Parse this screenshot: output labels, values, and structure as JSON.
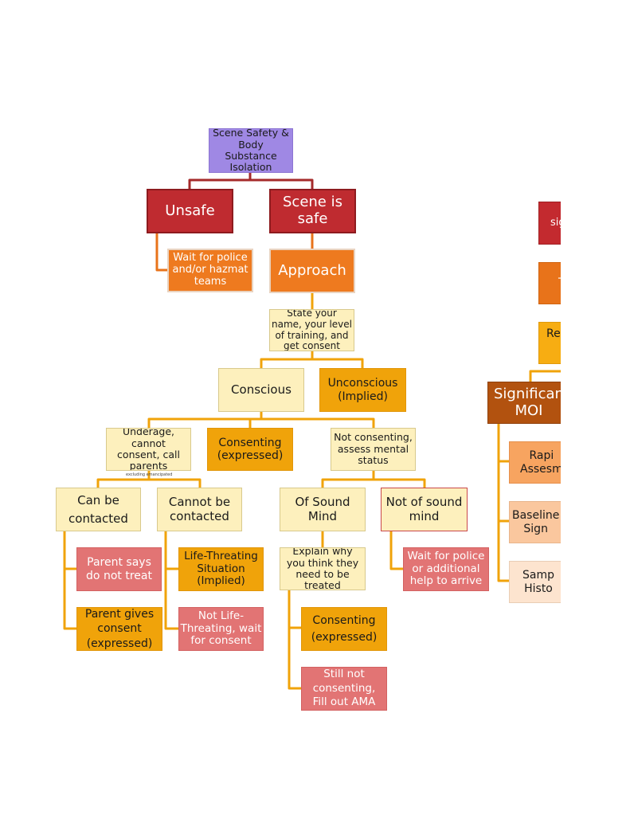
{
  "colors": {
    "connector": "#f0a30a",
    "connector_dark": "#a52a2a",
    "connector_orange": "#e8731a"
  },
  "nodes": {
    "scene_safety": "Scene Safety &\nBody\nSubstance\nIsolation",
    "unsafe": "Unsafe",
    "scene_is_safe": "Scene is\nsafe",
    "wait_police_hazmat": "Wait for police\nand/or hazmat\nteams",
    "approach": "Approach",
    "state_name": "State your\nname, your level\nof training, and\nget consent",
    "conscious": "Conscious",
    "unconscious": "Unconscious\n(Implied)",
    "underage": "Underage,\ncannot\nconsent, call\nparents",
    "underage_note": "excluding emancipated",
    "consenting_expressed": "Consenting\n(expressed)",
    "not_consenting": "Not consenting,\nassess mental\nstatus",
    "can_be_contacted": "Can be\ncontacted",
    "cannot_be_contacted": "Cannot be\ncontacted",
    "of_sound_mind": "Of Sound\nMind",
    "not_of_sound_mind": "Not of sound\nmind",
    "parent_says_no": "Parent says\ndo not treat",
    "parent_gives_consent": "Parent gives\nconsent\n(expressed)",
    "life_threatening": "Life-Threating\nSituation\n(Implied)",
    "not_life_threatening": "Not Life-\nThreating, wait\nfor consent",
    "explain_why": "Explain why\nyou think they\nneed to be\ntreated",
    "consenting_expressed_2": "Consenting\n(expressed)",
    "still_not_consenting": "Still not\nconsenting,\nFill out AMA",
    "wait_police_help": "Wait for police\nor additional\nhelp to arrive",
    "right_sig": "sig",
    "right_t": "T",
    "right_re": "Re",
    "significant_moi": "Significan\nMOI",
    "rapid_assessment": "Rapi\nAssesm",
    "baseline_signs": "Baseline\nSign",
    "sample_history": "Samp\nHisto"
  }
}
